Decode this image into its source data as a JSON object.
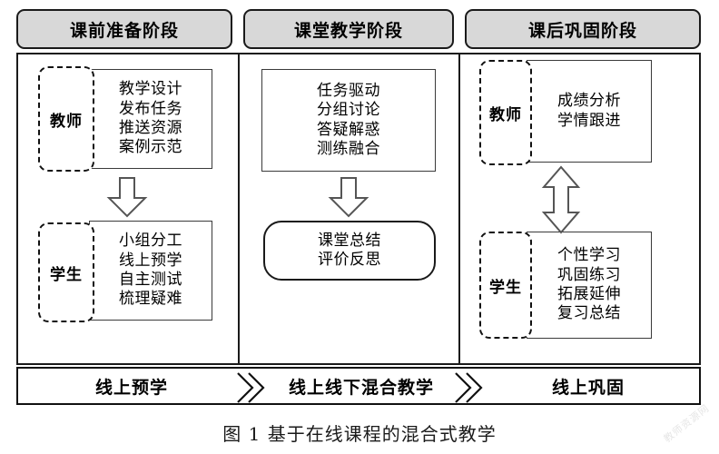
{
  "figure": {
    "caption": "图 1  基于在线课程的混合式教学",
    "watermark": "教师资源网"
  },
  "columns": [
    {
      "header": "课前准备阶段",
      "groups": [
        {
          "role": "教师",
          "items": [
            "教学设计",
            "发布任务",
            "推送资源",
            "案例示范"
          ]
        },
        {
          "role": "学生",
          "items": [
            "小组分工",
            "线上预学",
            "自主测试",
            "梳理疑难"
          ]
        }
      ],
      "connector": "down-arrow"
    },
    {
      "header": "课堂教学阶段",
      "groups": [
        {
          "role": "",
          "items": [
            "任务驱动",
            "分组讨论",
            "答疑解惑",
            "测练融合"
          ]
        },
        {
          "role": "",
          "items": [
            "课堂总结",
            "评价反思"
          ]
        }
      ],
      "connector": "down-arrow"
    },
    {
      "header": "课后巩固阶段",
      "groups": [
        {
          "role": "教师",
          "items": [
            "成绩分析",
            "学情跟进"
          ]
        },
        {
          "role": "学生",
          "items": [
            "个性学习",
            "巩固练习",
            "拓展延伸",
            "复习总结"
          ]
        }
      ],
      "connector": "double-arrow"
    }
  ],
  "bottom_bar": {
    "segments": [
      "线上预学",
      "线上线下混合教学",
      "线上巩固"
    ],
    "divider": "double-chevron"
  },
  "colors": {
    "header_fill": "#d8d8d8",
    "stroke": "#1a1a1a",
    "background": "#ffffff"
  }
}
